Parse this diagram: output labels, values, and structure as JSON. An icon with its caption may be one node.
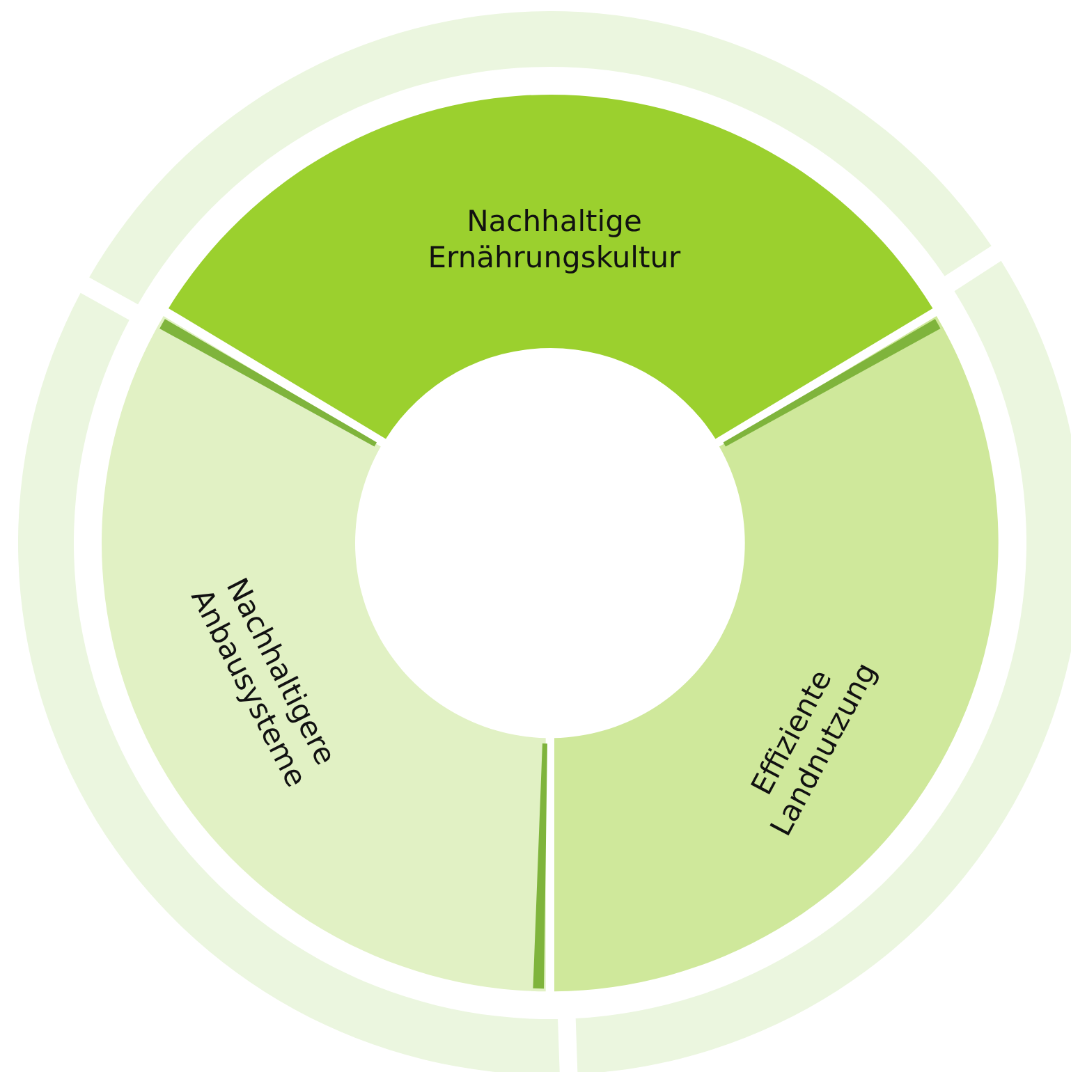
{
  "diagram": {
    "nodes": [
      {
        "text": [
          "Nachhaltige Ernährungskultur"
        ]
      },
      {
        "text": [
          "Effiziente Landnutzung"
        ]
      },
      {
        "text": [
          "Nachhaltigere Anbausysteme"
        ]
      }
    ]
  }
}
